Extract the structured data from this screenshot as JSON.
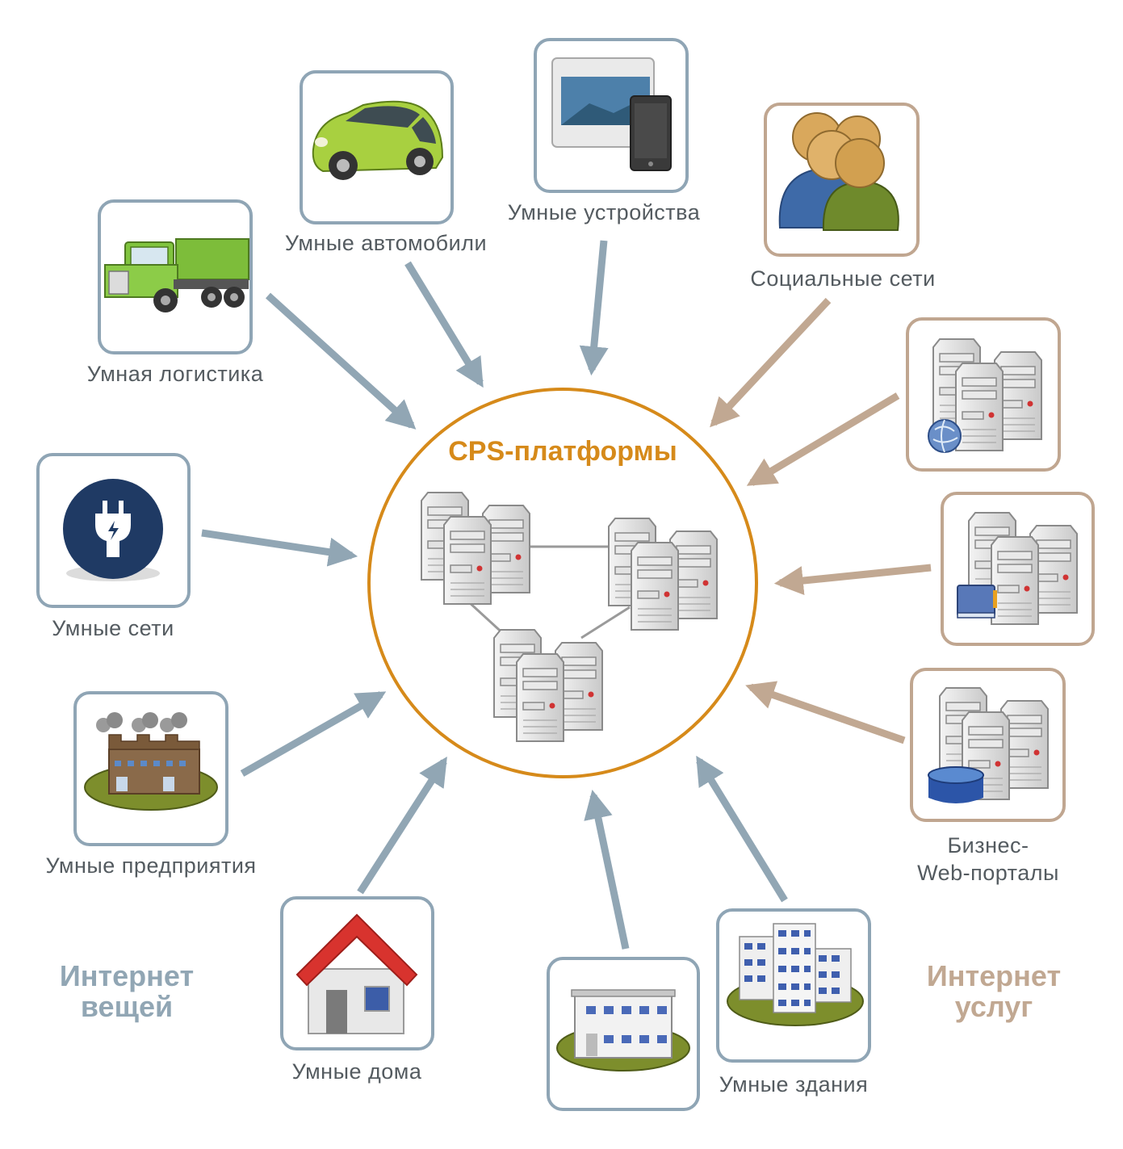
{
  "center": {
    "title": "CPS-платформы"
  },
  "groups": {
    "things": {
      "line1": "Интернет",
      "line2": "вещей"
    },
    "services": {
      "line1": "Интернет",
      "line2": "услуг"
    }
  },
  "nodes": {
    "cars": "Умные автомобили",
    "devices": "Умные устройства",
    "social": "Социальные сети",
    "logistics": "Умная логистика",
    "grids": "Умные сети",
    "enterprises": "Умные предприятия",
    "homes": "Умные дома",
    "buildings": "Умные здания",
    "portals_line1": "Бизнес-",
    "portals_line2": "Web-порталы"
  },
  "colors": {
    "things_border": "#8fa5b5",
    "services_border": "#c0a690",
    "things_arrow": "#91a6b4",
    "services_arrow": "#c1a892",
    "center_ring": "#d68a1a",
    "label_text": "#545b60"
  }
}
